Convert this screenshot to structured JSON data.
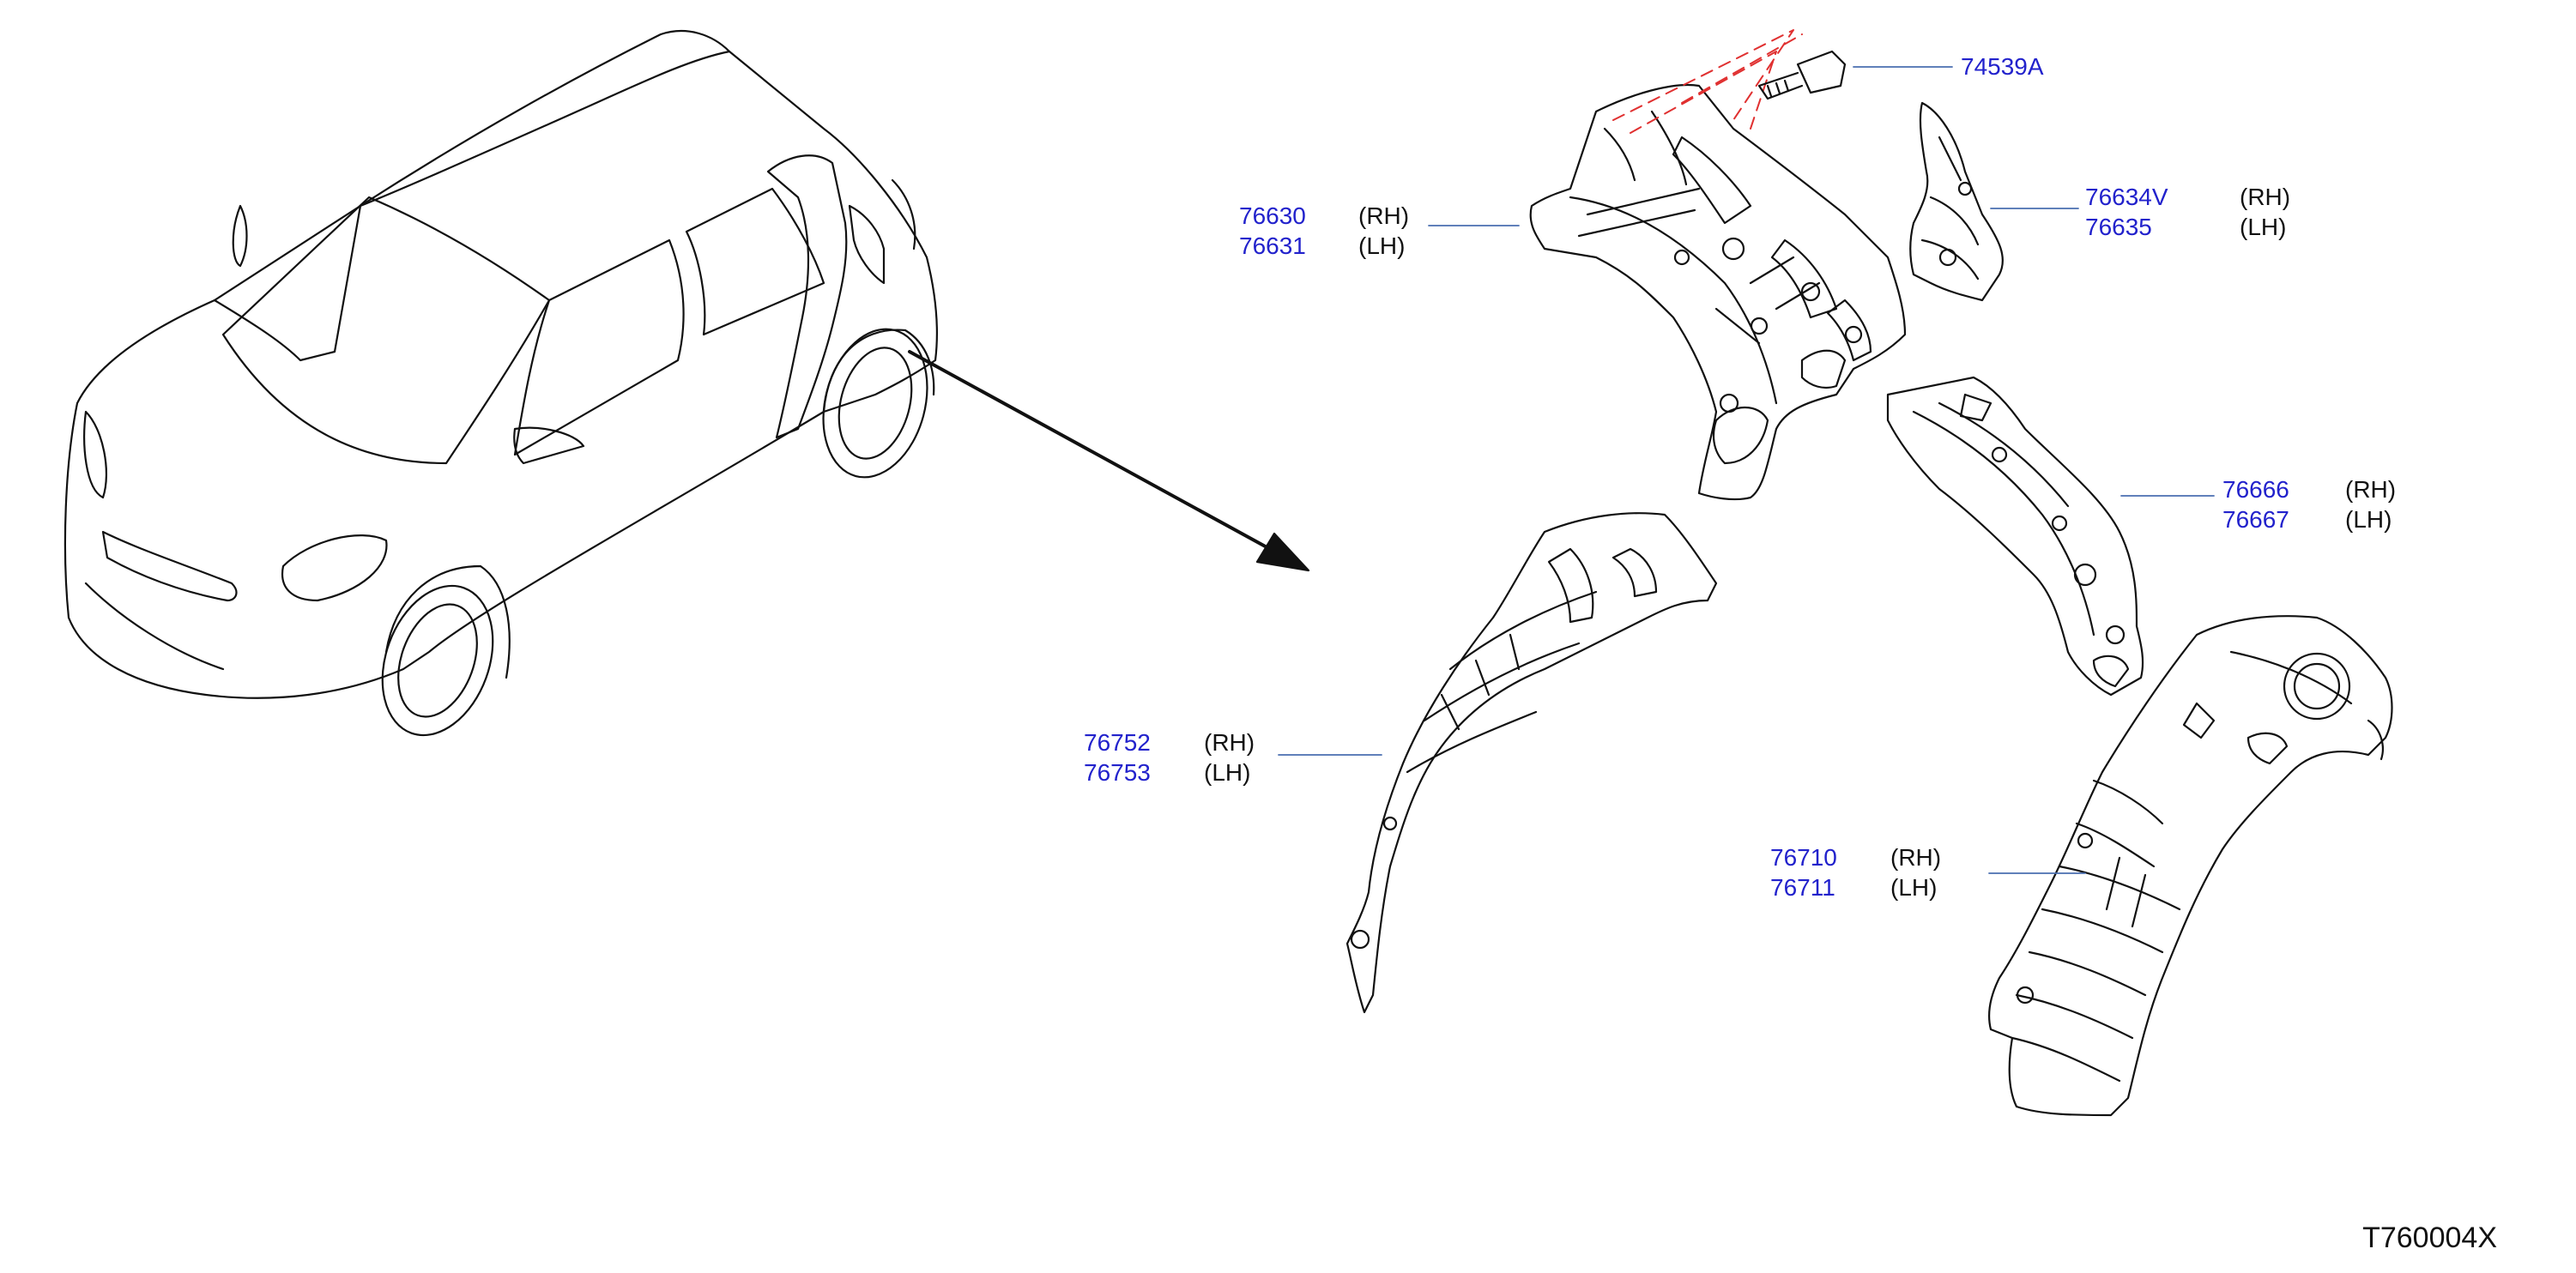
{
  "colors": {
    "part_number": "#2222cc",
    "line": "#111111",
    "leader": "#4a6fb0",
    "dash": "#e03030"
  },
  "callouts": [
    {
      "id": "bolt",
      "parts": [
        {
          "pn": "74539A",
          "side": ""
        }
      ]
    },
    {
      "id": "inner-upper",
      "parts": [
        {
          "pn": "76630",
          "side": "(RH)"
        },
        {
          "pn": "76631",
          "side": "(LH)"
        }
      ]
    },
    {
      "id": "bracket",
      "parts": [
        {
          "pn": "76634V",
          "side": "(RH)"
        },
        {
          "pn": "76635",
          "side": "(LH)"
        }
      ]
    },
    {
      "id": "wheelhouse-rear",
      "parts": [
        {
          "pn": "76666",
          "side": "(RH)"
        },
        {
          "pn": "76667",
          "side": "(LH)"
        }
      ]
    },
    {
      "id": "wheelhouse-inner",
      "parts": [
        {
          "pn": "76752",
          "side": "(RH)"
        },
        {
          "pn": "76753",
          "side": "(LH)"
        }
      ]
    },
    {
      "id": "wheelhouse-outer",
      "parts": [
        {
          "pn": "76710",
          "side": "(RH)"
        },
        {
          "pn": "76711",
          "side": "(LH)"
        }
      ]
    }
  ],
  "diagram_code": "T760004X"
}
